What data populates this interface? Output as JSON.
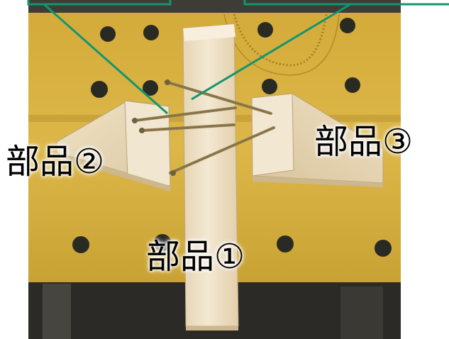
{
  "labels": {
    "part_1": "部品①",
    "part_2": "部品②",
    "part_3": "部品③"
  },
  "colors": {
    "callout_line": "#13956f",
    "workbench": "#d8b141",
    "peg_hole": "#2a2a25",
    "wood": "#efe2c8"
  }
}
